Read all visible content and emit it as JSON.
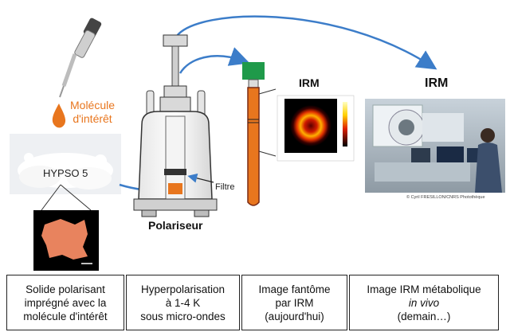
{
  "labels": {
    "molecule_line1": "Molécule",
    "molecule_line2": "d'intérêt",
    "hypso": "HYPSO 5",
    "polariseur": "Polariseur",
    "filtre": "Filtre",
    "irm_small": "IRM",
    "irm_large": "IRM",
    "credit": "© Cyril FRESILLON/CNRS Photothèque"
  },
  "boxes": [
    {
      "line1": "Solide polarisant",
      "line2": "imprégné avec la",
      "line3": "molécule d'intérêt"
    },
    {
      "line1": "Hyperpolarisation",
      "line2": "à 1-4 K",
      "line3": "sous micro-ondes"
    },
    {
      "line1": "Image fantôme",
      "line2": "par IRM",
      "line3": "(aujourd'hui)"
    },
    {
      "line1": "Image IRM métabolique",
      "line2": "in vivo",
      "line3": "(demain…)"
    }
  ],
  "colors": {
    "orange": "#e8761e",
    "arrow_blue": "#3c7dc9",
    "green_cap": "#1f9a4a",
    "dark_red": "#7a2a14"
  },
  "icons": [
    "pipette-icon",
    "droplet-icon",
    "powder-photo",
    "microscope-image",
    "polariser-apparatus",
    "sample-tube",
    "mri-phantom-image",
    "mri-room-photo"
  ]
}
